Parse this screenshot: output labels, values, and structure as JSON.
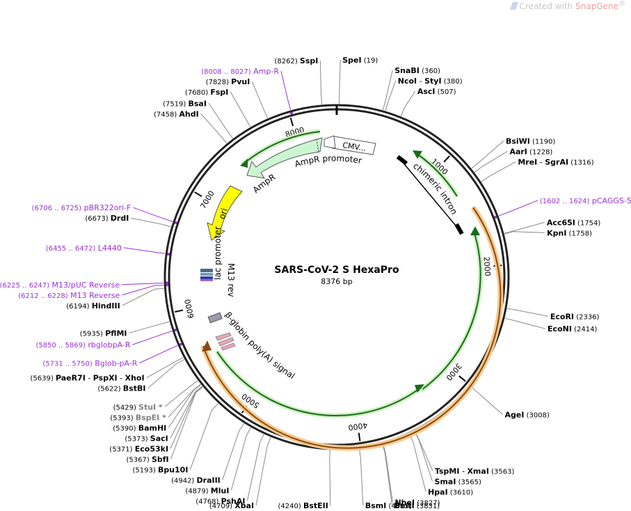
{
  "watermark": {
    "prefix": "Created with ",
    "brand": "SnapGene",
    "suffix": "®",
    "icon": "snapgene-logo-icon"
  },
  "plasmid": {
    "name": "SARS-CoV-2 S HexaPro",
    "length": 8376,
    "length_label": "8376 bp"
  },
  "colors": {
    "site": "#000000",
    "site_gray": "#808080",
    "primer": "#9b30d9",
    "tick": "#000000",
    "orange": "#f0a030",
    "green": "#2e9a2e",
    "ampr": "#ccf5d2",
    "ori": "#ffff00"
  },
  "ticks": [
    {
      "pos": 1000,
      "label": "1000"
    },
    {
      "pos": 2000,
      "label": "2000"
    },
    {
      "pos": 3000,
      "label": "3000"
    },
    {
      "pos": 4000,
      "label": "4000"
    },
    {
      "pos": 5000,
      "label": "5000"
    },
    {
      "pos": 6000,
      "label": "6000"
    },
    {
      "pos": 7000,
      "label": "7000"
    },
    {
      "pos": 8000,
      "label": "8000"
    }
  ],
  "sites": [
    {
      "pos": 19,
      "name": "SpeI",
      "num": "(19)",
      "side": "right",
      "gray": false
    },
    {
      "pos": 360,
      "name": "SnaBI",
      "num": "(360)",
      "side": "right",
      "gray": false
    },
    {
      "pos": 380,
      "name": "NcoI",
      "name2": "StyI",
      "num": "(380)",
      "side": "right",
      "gray": false
    },
    {
      "pos": 507,
      "name": "AscI",
      "num": "(507)",
      "side": "right",
      "gray": false
    },
    {
      "pos": 1190,
      "name": "BsiWI",
      "num": "(1190)",
      "side": "right",
      "gray": false
    },
    {
      "pos": 1228,
      "name": "AarI",
      "num": "(1228)",
      "side": "right",
      "gray": false
    },
    {
      "pos": 1316,
      "name": "MreI",
      "name2": "SgrAI",
      "num": "(1316)",
      "side": "right",
      "gray": false
    },
    {
      "pos": 1754,
      "name": "Acc65I",
      "num": "(1754)",
      "side": "right",
      "gray": false
    },
    {
      "pos": 1758,
      "name": "KpnI",
      "num": "(1758)",
      "side": "right",
      "gray": false
    },
    {
      "pos": 2336,
      "name": "EcoRI",
      "num": "(2336)",
      "side": "right",
      "gray": false
    },
    {
      "pos": 2414,
      "name": "EcoNI",
      "num": "(2414)",
      "side": "right",
      "gray": false
    },
    {
      "pos": 3008,
      "name": "AgeI",
      "num": "(3008)",
      "side": "right",
      "gray": false
    },
    {
      "pos": 3563,
      "name": "TspMI",
      "name2": "XmaI",
      "num": "(3563)",
      "side": "right",
      "gray": false
    },
    {
      "pos": 3565,
      "name": "SmaI",
      "num": "(3565)",
      "side": "right",
      "gray": false
    },
    {
      "pos": 3610,
      "name": "HpaI",
      "num": "(3610)",
      "side": "right",
      "gray": false
    },
    {
      "pos": 3827,
      "name": "NheI",
      "num": "(3827)",
      "side": "right",
      "gray": false
    },
    {
      "pos": 3831,
      "name": "BmtI",
      "num": "(3831)",
      "side": "right",
      "gray": false
    },
    {
      "pos": 4013,
      "name": "BsmI",
      "num": "(4013)",
      "side": "right",
      "gray": false
    },
    {
      "pos": 4240,
      "name": "BstEII",
      "num": "(4240)",
      "side": "left",
      "gray": false
    },
    {
      "pos": 4709,
      "name": "XbaI",
      "num": "(4709)",
      "side": "left",
      "gray": false
    },
    {
      "pos": 4768,
      "name": "PshAI",
      "num": "(4768)",
      "side": "left",
      "gray": false
    },
    {
      "pos": 4879,
      "name": "MluI",
      "num": "(4879)",
      "side": "left",
      "gray": false
    },
    {
      "pos": 4942,
      "name": "DraIII",
      "num": "(4942)",
      "side": "left",
      "gray": false
    },
    {
      "pos": 5193,
      "name": "Bpu10I",
      "num": "(5193)",
      "side": "left",
      "gray": false
    },
    {
      "pos": 5367,
      "name": "SbfI",
      "num": "(5367)",
      "side": "left",
      "gray": false
    },
    {
      "pos": 5371,
      "name": "Eco53kI",
      "num": "(5371)",
      "side": "left",
      "gray": false
    },
    {
      "pos": 5373,
      "name": "SacI",
      "num": "(5373)",
      "side": "left",
      "gray": false
    },
    {
      "pos": 5390,
      "name": "BamHI",
      "num": "(5390)",
      "side": "left",
      "gray": false
    },
    {
      "pos": 5393,
      "name": "BspEI *",
      "num": "(5393)",
      "side": "left",
      "gray": true
    },
    {
      "pos": 5429,
      "name": "StuI *",
      "num": "(5429)",
      "side": "left",
      "gray": true
    },
    {
      "pos": 5622,
      "name": "BstBI",
      "num": "(5622)",
      "side": "left",
      "gray": false
    },
    {
      "pos": 5639,
      "name": "PaeR7I",
      "name2": "PspXI",
      "name3": "XhoI",
      "num": "(5639)",
      "side": "left",
      "gray": false
    },
    {
      "pos": 5935,
      "name": "PflMI",
      "num": "(5935)",
      "side": "left",
      "gray": false
    },
    {
      "pos": 6194,
      "name": "HindIII",
      "num": "(6194)",
      "side": "left",
      "gray": false
    },
    {
      "pos": 6673,
      "name": "DrdI",
      "num": "(6673)",
      "side": "left",
      "gray": false
    },
    {
      "pos": 7458,
      "name": "AhdI",
      "num": "(7458)",
      "side": "left",
      "gray": false
    },
    {
      "pos": 7519,
      "name": "BsaI",
      "num": "(7519)",
      "side": "left",
      "gray": false
    },
    {
      "pos": 7680,
      "name": "FspI",
      "num": "(7680)",
      "side": "left",
      "gray": false
    },
    {
      "pos": 7828,
      "name": "PvuI",
      "num": "(7828)",
      "side": "left",
      "gray": false
    },
    {
      "pos": 8262,
      "name": "SspI",
      "num": "(8262)",
      "side": "left",
      "gray": false
    }
  ],
  "primers": [
    {
      "pos": 1613,
      "range": "(1602 .. 1624)",
      "name": "pCAGGS-5",
      "side": "right"
    },
    {
      "pos": 6716,
      "range": "(6706 .. 6725)",
      "name": "pBR322ori-F",
      "side": "left"
    },
    {
      "pos": 6463,
      "range": "(6455 .. 6472)",
      "name": "L4440",
      "side": "left"
    },
    {
      "pos": 6236,
      "range": "(6225 .. 6247)",
      "name": "M13/pUC Reverse",
      "side": "left"
    },
    {
      "pos": 6220,
      "range": "(6212 .. 6228)",
      "name": "M13 Reverse",
      "side": "left"
    },
    {
      "pos": 5860,
      "range": "(5850 .. 5869)",
      "name": "rbglobpA-R",
      "side": "left"
    },
    {
      "pos": 5740,
      "range": "(5731 .. 5750)",
      "name": "Bglob-pA-R",
      "side": "left"
    },
    {
      "pos": 8017,
      "range": "(8008 .. 8027)",
      "name": "Amp-R",
      "side": "left"
    }
  ],
  "features": [
    {
      "name": "CMV...",
      "kind": "promoter-box"
    },
    {
      "name": "AmpR promoter",
      "kind": "promoter"
    },
    {
      "name": "AmpR",
      "kind": "cds"
    },
    {
      "name": "ori",
      "kind": "ori"
    },
    {
      "name": "chimeric intron",
      "kind": "intron"
    },
    {
      "name": "lac promoter",
      "kind": "promoter"
    },
    {
      "name": "M13 rev",
      "kind": "primer-bind"
    },
    {
      "name": "β-globin poly(A) signal",
      "kind": "polya"
    }
  ]
}
